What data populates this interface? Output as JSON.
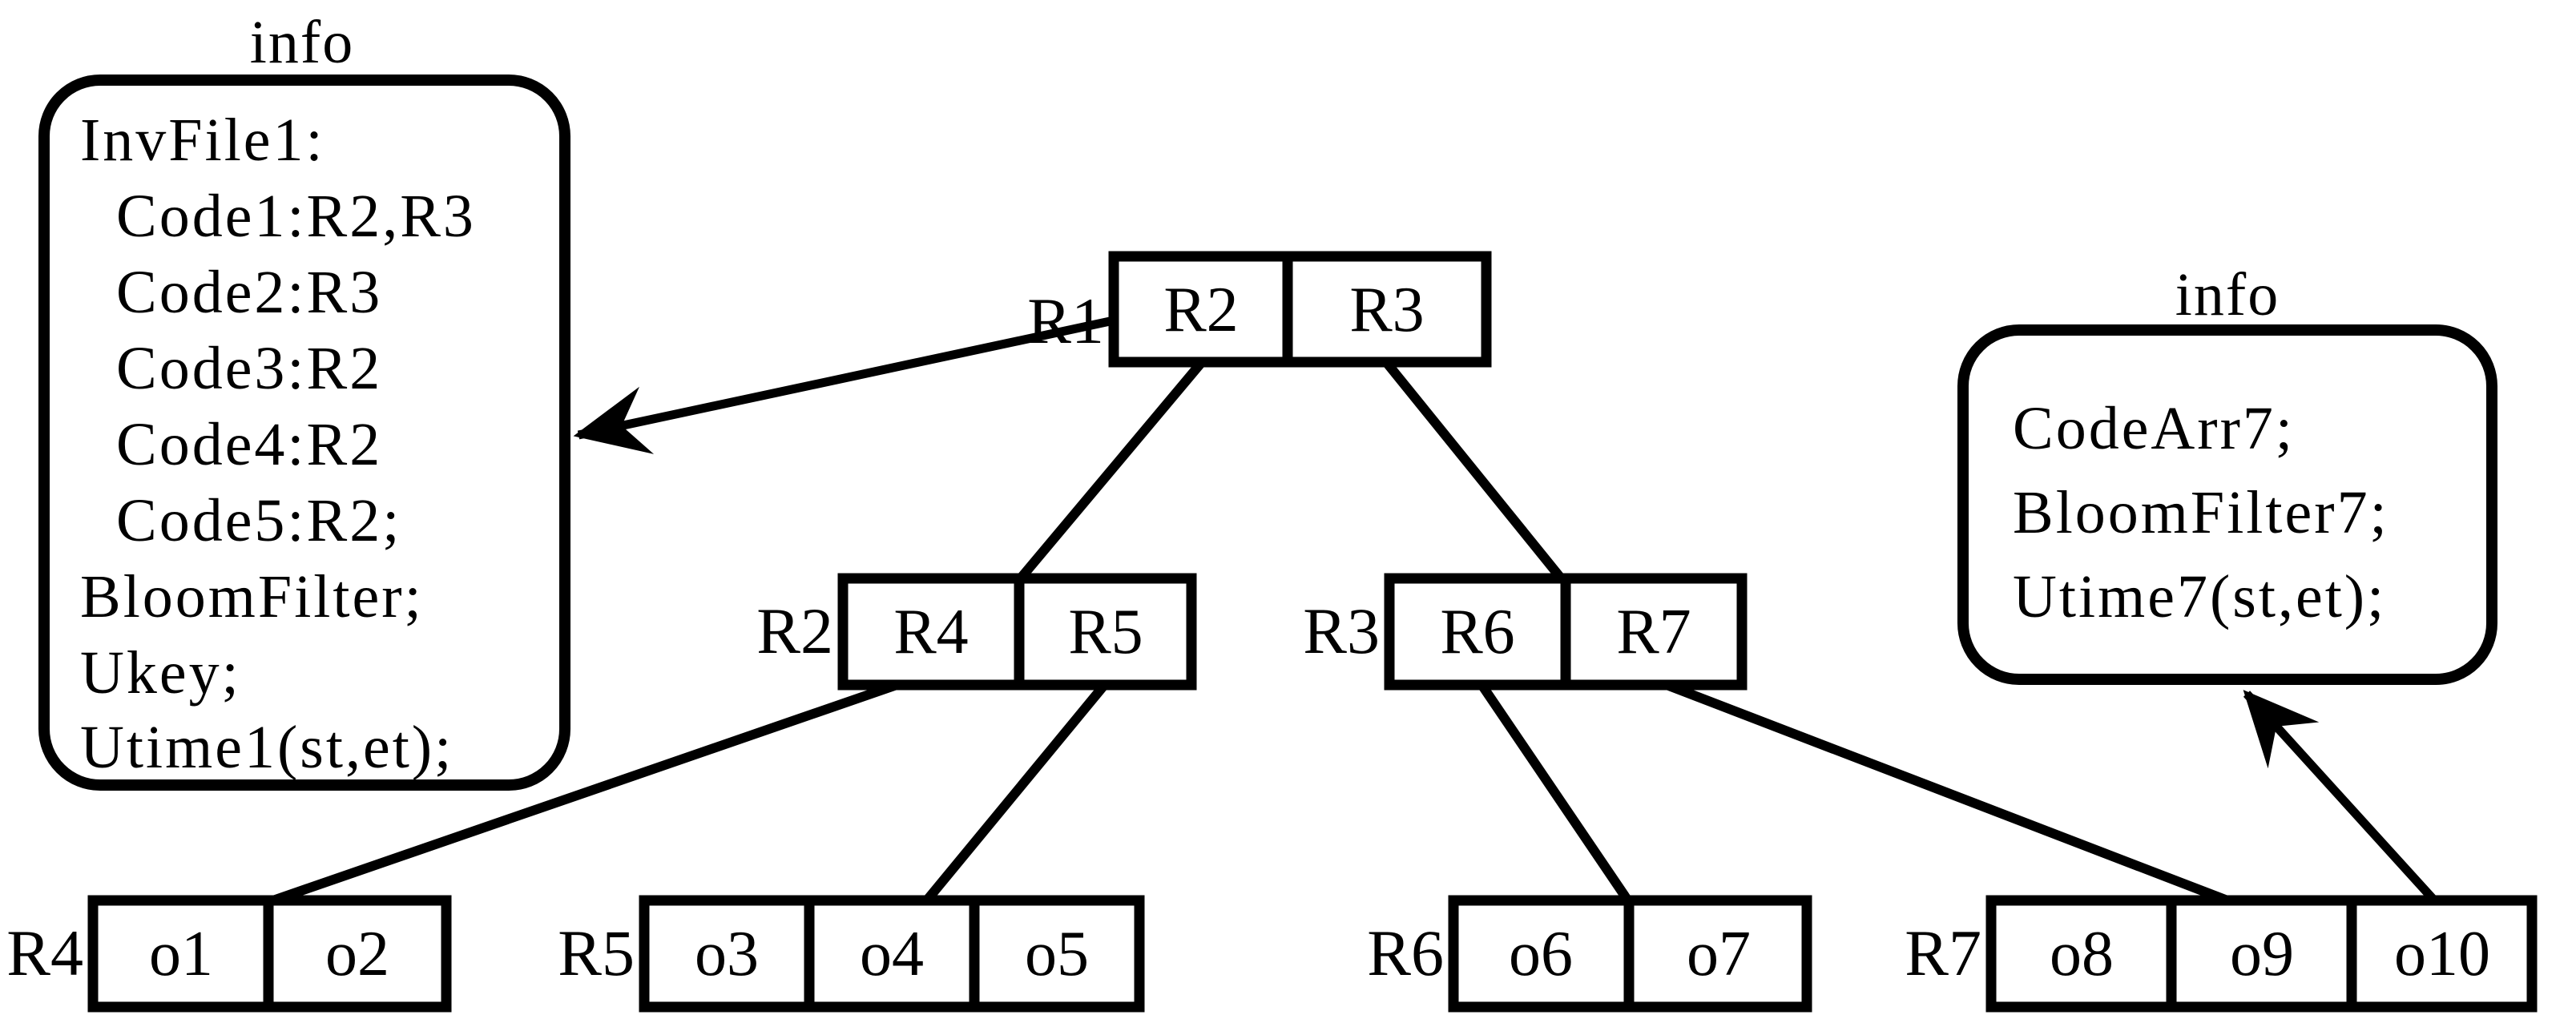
{
  "left_info": {
    "title": "info",
    "lines": [
      "InvFile1:",
      "Code1:R2,R3",
      "Code2:R3",
      "Code3:R2",
      "Code4:R2",
      "Code5:R2;",
      "BloomFilter;",
      "Ukey;",
      "Utime1(st,et);"
    ]
  },
  "right_info": {
    "title": "info",
    "lines": [
      "CodeArr7;",
      "BloomFilter7;",
      "Utime7(st,et);"
    ]
  },
  "nodes": {
    "r1": {
      "label": "R1",
      "cells": [
        "R2",
        "R3"
      ]
    },
    "r2": {
      "label": "R2",
      "cells": [
        "R4",
        "R5"
      ]
    },
    "r3": {
      "label": "R3",
      "cells": [
        "R6",
        "R7"
      ]
    },
    "r4": {
      "label": "R4",
      "cells": [
        "o1",
        "o2"
      ]
    },
    "r5": {
      "label": "R5",
      "cells": [
        "o3",
        "o4",
        "o5"
      ]
    },
    "r6": {
      "label": "R6",
      "cells": [
        "o6",
        "o7"
      ]
    },
    "r7": {
      "label": "R7",
      "cells": [
        "o8",
        "o9",
        "o10"
      ]
    }
  },
  "colors": {
    "ink": "#000000",
    "background": "#ffffff"
  }
}
